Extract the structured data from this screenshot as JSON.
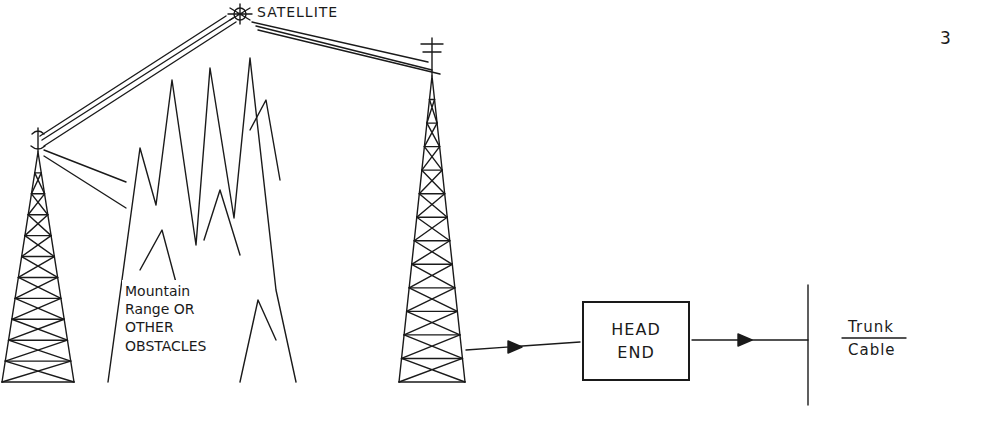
{
  "diagram": {
    "nodes": [
      {
        "text": [
          "Mountain Range OR OTHER OBSTACLES"
        ]
      },
      {
        "text": [
          "HEAD END"
        ]
      }
    ],
    "labels": [
      "SATELLITE",
      "3",
      "Trunk",
      "Cable"
    ]
  }
}
